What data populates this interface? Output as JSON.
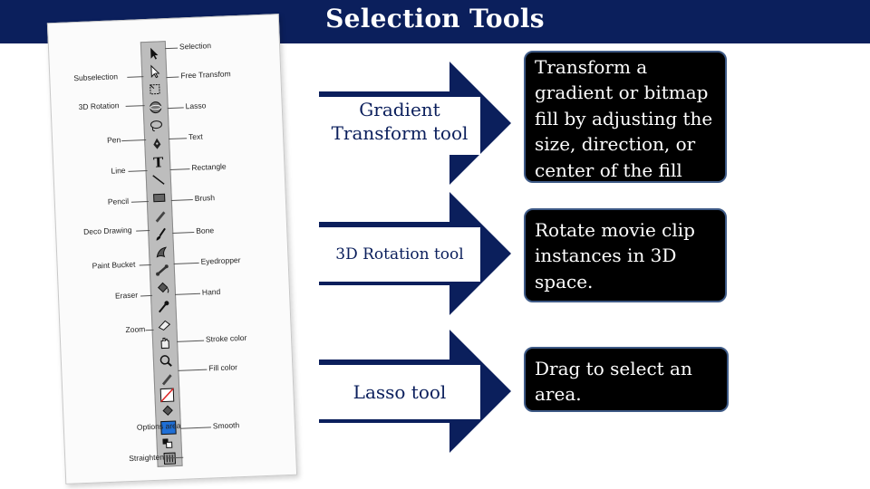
{
  "header": {
    "title": "Selection Tools"
  },
  "figure": {
    "left_labels": [
      "Subselection",
      "3D Rotation",
      "Pen",
      "Line",
      "Pencil",
      "Deco Drawing",
      "Paint Bucket",
      "Eraser",
      "Zoom",
      "Options area",
      "Straighten"
    ],
    "right_labels": [
      "Selection",
      "Free Transfom",
      "Lasso",
      "Text",
      "Rectangle",
      "Brush",
      "Bone",
      "Eyedropper",
      "Hand",
      "Stroke color",
      "Fill color",
      "Smooth"
    ]
  },
  "rows": [
    {
      "tool": "Gradient Transform tool",
      "description": "Transform a gradient or bitmap fill by adjusting the size, direction, or center of the fill"
    },
    {
      "tool": "3D Rotation tool",
      "description": "Rotate movie clip instances in 3D space."
    },
    {
      "tool": "Lasso tool",
      "description": "Drag to select an area."
    }
  ],
  "colors": {
    "header_bg": "#0b1f5c",
    "arrow_fill": "#0b1f5c",
    "box_bg": "#000000",
    "box_border": "#3e5a86",
    "fill_swatch": "#1f6fd6"
  }
}
